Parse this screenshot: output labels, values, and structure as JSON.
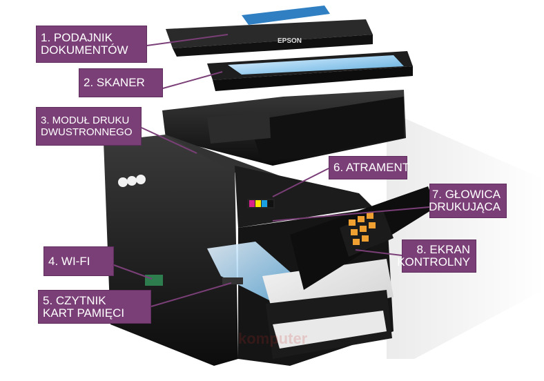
{
  "brand": "EPSON",
  "watermark": "komputer",
  "colors": {
    "label_bg": "#7b3f78",
    "label_text": "#ffffff",
    "leader": "#7b3f78",
    "printer_body": "#1a1a1a"
  },
  "labels": [
    {
      "id": "podajnik",
      "lines": [
        "1. PODAJNIK",
        "DOKUMENTÓW"
      ]
    },
    {
      "id": "skaner",
      "lines": [
        "2. SKANER"
      ]
    },
    {
      "id": "modul",
      "lines": [
        "3. MODUŁ DRUKU",
        "DWUSTRONNEGO"
      ]
    },
    {
      "id": "wifi",
      "lines": [
        "4. WI-FI"
      ]
    },
    {
      "id": "czytnik",
      "lines": [
        "5. CZYTNIK",
        "KART PAMIĘCI"
      ]
    },
    {
      "id": "atrament",
      "lines": [
        "6. ATRAMENT"
      ]
    },
    {
      "id": "glowica",
      "lines": [
        "7. GŁOWICA",
        "DRUKUJĄCA"
      ]
    },
    {
      "id": "ekran",
      "lines": [
        "8. EKRAN",
        "KONTROLNY"
      ]
    }
  ]
}
